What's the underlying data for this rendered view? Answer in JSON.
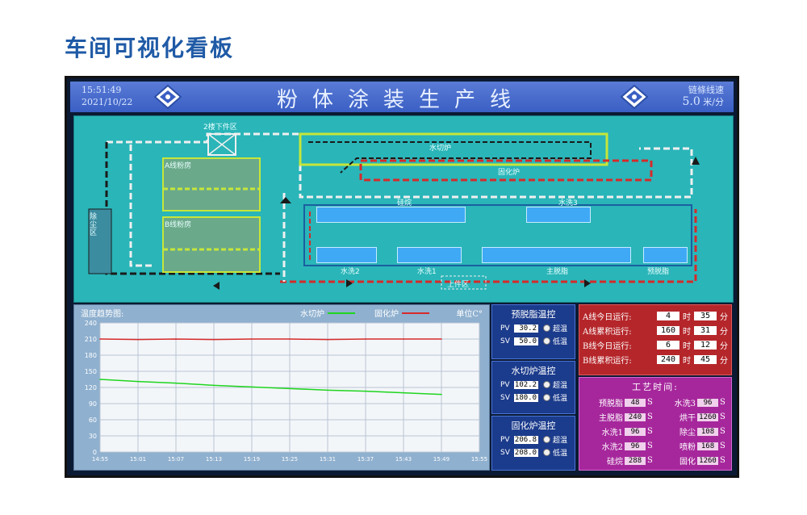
{
  "page": {
    "title": "车间可视化看板"
  },
  "header": {
    "time": "15:51:49",
    "date": "2021/10/22",
    "banner": "粉体涂装生产线",
    "speed_label": "链條线速",
    "speed_value": "5.0",
    "speed_unit": "米/分",
    "logo_icon": "company-logo-icon"
  },
  "process": {
    "labels": {
      "unload_area": "2楼下件区",
      "powder_room_a": "A线粉房",
      "powder_room_b": "B线粉房",
      "water_cut_oven": "水切炉",
      "curing_oven": "固化炉",
      "silane": "硅烷",
      "water_wash3": "水洗3",
      "water_wash2": "水洗2",
      "water_wash1": "水洗1",
      "main_degrease": "主脱脂",
      "pre_degrease": "预脱脂",
      "load_area": "上件区",
      "dust_removal": "除尘区"
    }
  },
  "chart": {
    "title": "温度趋势图:",
    "unit": "单位C°",
    "legend": [
      {
        "name": "水切炉",
        "color": "#1fd51f"
      },
      {
        "name": "固化炉",
        "color": "#d62a2a"
      }
    ]
  },
  "chart_data": {
    "type": "line",
    "x": [
      "14:55",
      "15:01",
      "15:07",
      "15:13",
      "15:19",
      "15:25",
      "15:31",
      "15:37",
      "15:43",
      "15:49",
      "15:55"
    ],
    "ylim": [
      0,
      240
    ],
    "yticks": [
      0,
      30,
      60,
      90,
      120,
      150,
      180,
      210,
      240
    ],
    "grid": true,
    "series": [
      {
        "name": "水切炉",
        "color": "#1fd51f",
        "values": [
          135,
          131,
          128,
          124,
          121,
          118,
          115,
          113,
          110,
          107
        ]
      },
      {
        "name": "固化炉",
        "color": "#d62a2a",
        "values": [
          210,
          209,
          210,
          209,
          210,
          210,
          209,
          210,
          210,
          210
        ]
      }
    ]
  },
  "temp_controls": [
    {
      "title": "预脱脂温控",
      "pv_label": "PV",
      "pv": "30.2",
      "sv_label": "SV",
      "sv": "50.0",
      "high": "超温",
      "low": "低温"
    },
    {
      "title": "水切炉温控",
      "pv_label": "PV",
      "pv": "102.2",
      "sv_label": "SV",
      "sv": "180.0",
      "high": "超温",
      "low": "低温"
    },
    {
      "title": "固化炉温控",
      "pv_label": "PV",
      "pv": "206.8",
      "sv_label": "SV",
      "sv": "208.0",
      "high": "超温",
      "low": "低温"
    }
  ],
  "runtime": {
    "hour": "时",
    "minute": "分",
    "rows": [
      {
        "label": "A线今日运行:",
        "h": "4",
        "m": "35"
      },
      {
        "label": "A线累积运行:",
        "h": "160",
        "m": "31"
      },
      {
        "label": "B线今日运行:",
        "h": "6",
        "m": "12"
      },
      {
        "label": "B线累积运行:",
        "h": "240",
        "m": "45"
      }
    ]
  },
  "process_time": {
    "title": "工艺时间:",
    "unit": "S",
    "items": [
      {
        "label": "预脱脂",
        "value": "48"
      },
      {
        "label": "水洗3",
        "value": "96"
      },
      {
        "label": "主脱脂",
        "value": "240"
      },
      {
        "label": "烘干",
        "value": "1260"
      },
      {
        "label": "水洗1",
        "value": "96"
      },
      {
        "label": "除尘",
        "value": "108"
      },
      {
        "label": "水洗2",
        "value": "96"
      },
      {
        "label": "喷粉",
        "value": "168"
      },
      {
        "label": "硅烷",
        "value": "288"
      },
      {
        "label": "固化",
        "value": "1260"
      }
    ]
  }
}
